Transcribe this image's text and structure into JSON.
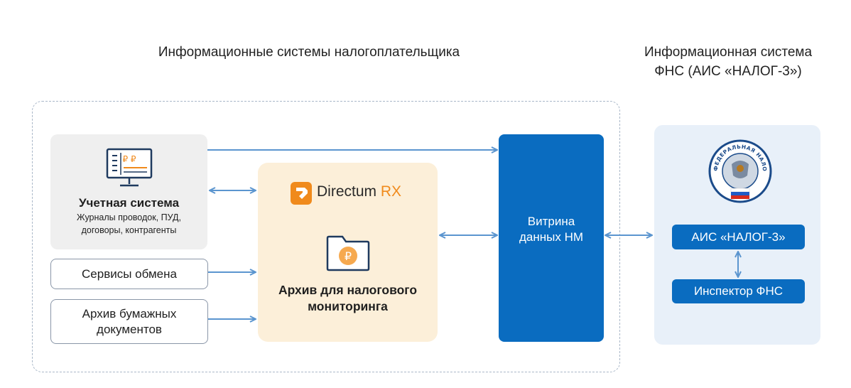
{
  "titles": {
    "left": "Информационные системы налогоплательщика",
    "right_line1": "Информационная система",
    "right_line2": "ФНС (АИС «НАЛОГ-3»)"
  },
  "accounting": {
    "title": "Учетная система",
    "subtitle_line1": "Журналы проводок, ПУД,",
    "subtitle_line2": "договоры, контрагенты",
    "icon_glyphs": "₽ ₽"
  },
  "exchange_services": {
    "label": "Сервисы обмена"
  },
  "paper_archive": {
    "line1": "Архив бумажных",
    "line2": "документов"
  },
  "archive": {
    "brand": "Directum",
    "brand_suffix": "RX",
    "title_line1": "Архив для налогового",
    "title_line2": "мониторинга",
    "folder_glyph": "₽"
  },
  "vitrina": {
    "line1": "Витрина",
    "line2": "данных НМ"
  },
  "fns": {
    "ais_label": "АИС «НАЛОГ-3»",
    "inspector_label": "Инспектор ФНС",
    "emblem_text": "ФЕДЕРАЛЬНАЯ НАЛОГОВАЯ СЛУЖБА"
  },
  "colors": {
    "primary_blue": "#0a6cc0",
    "arrow_blue": "#5b95cf",
    "accent_orange": "#f08a1c",
    "archive_bg": "#fcefd9",
    "fns_bg": "#e8f0f9",
    "account_bg": "#efefef"
  }
}
